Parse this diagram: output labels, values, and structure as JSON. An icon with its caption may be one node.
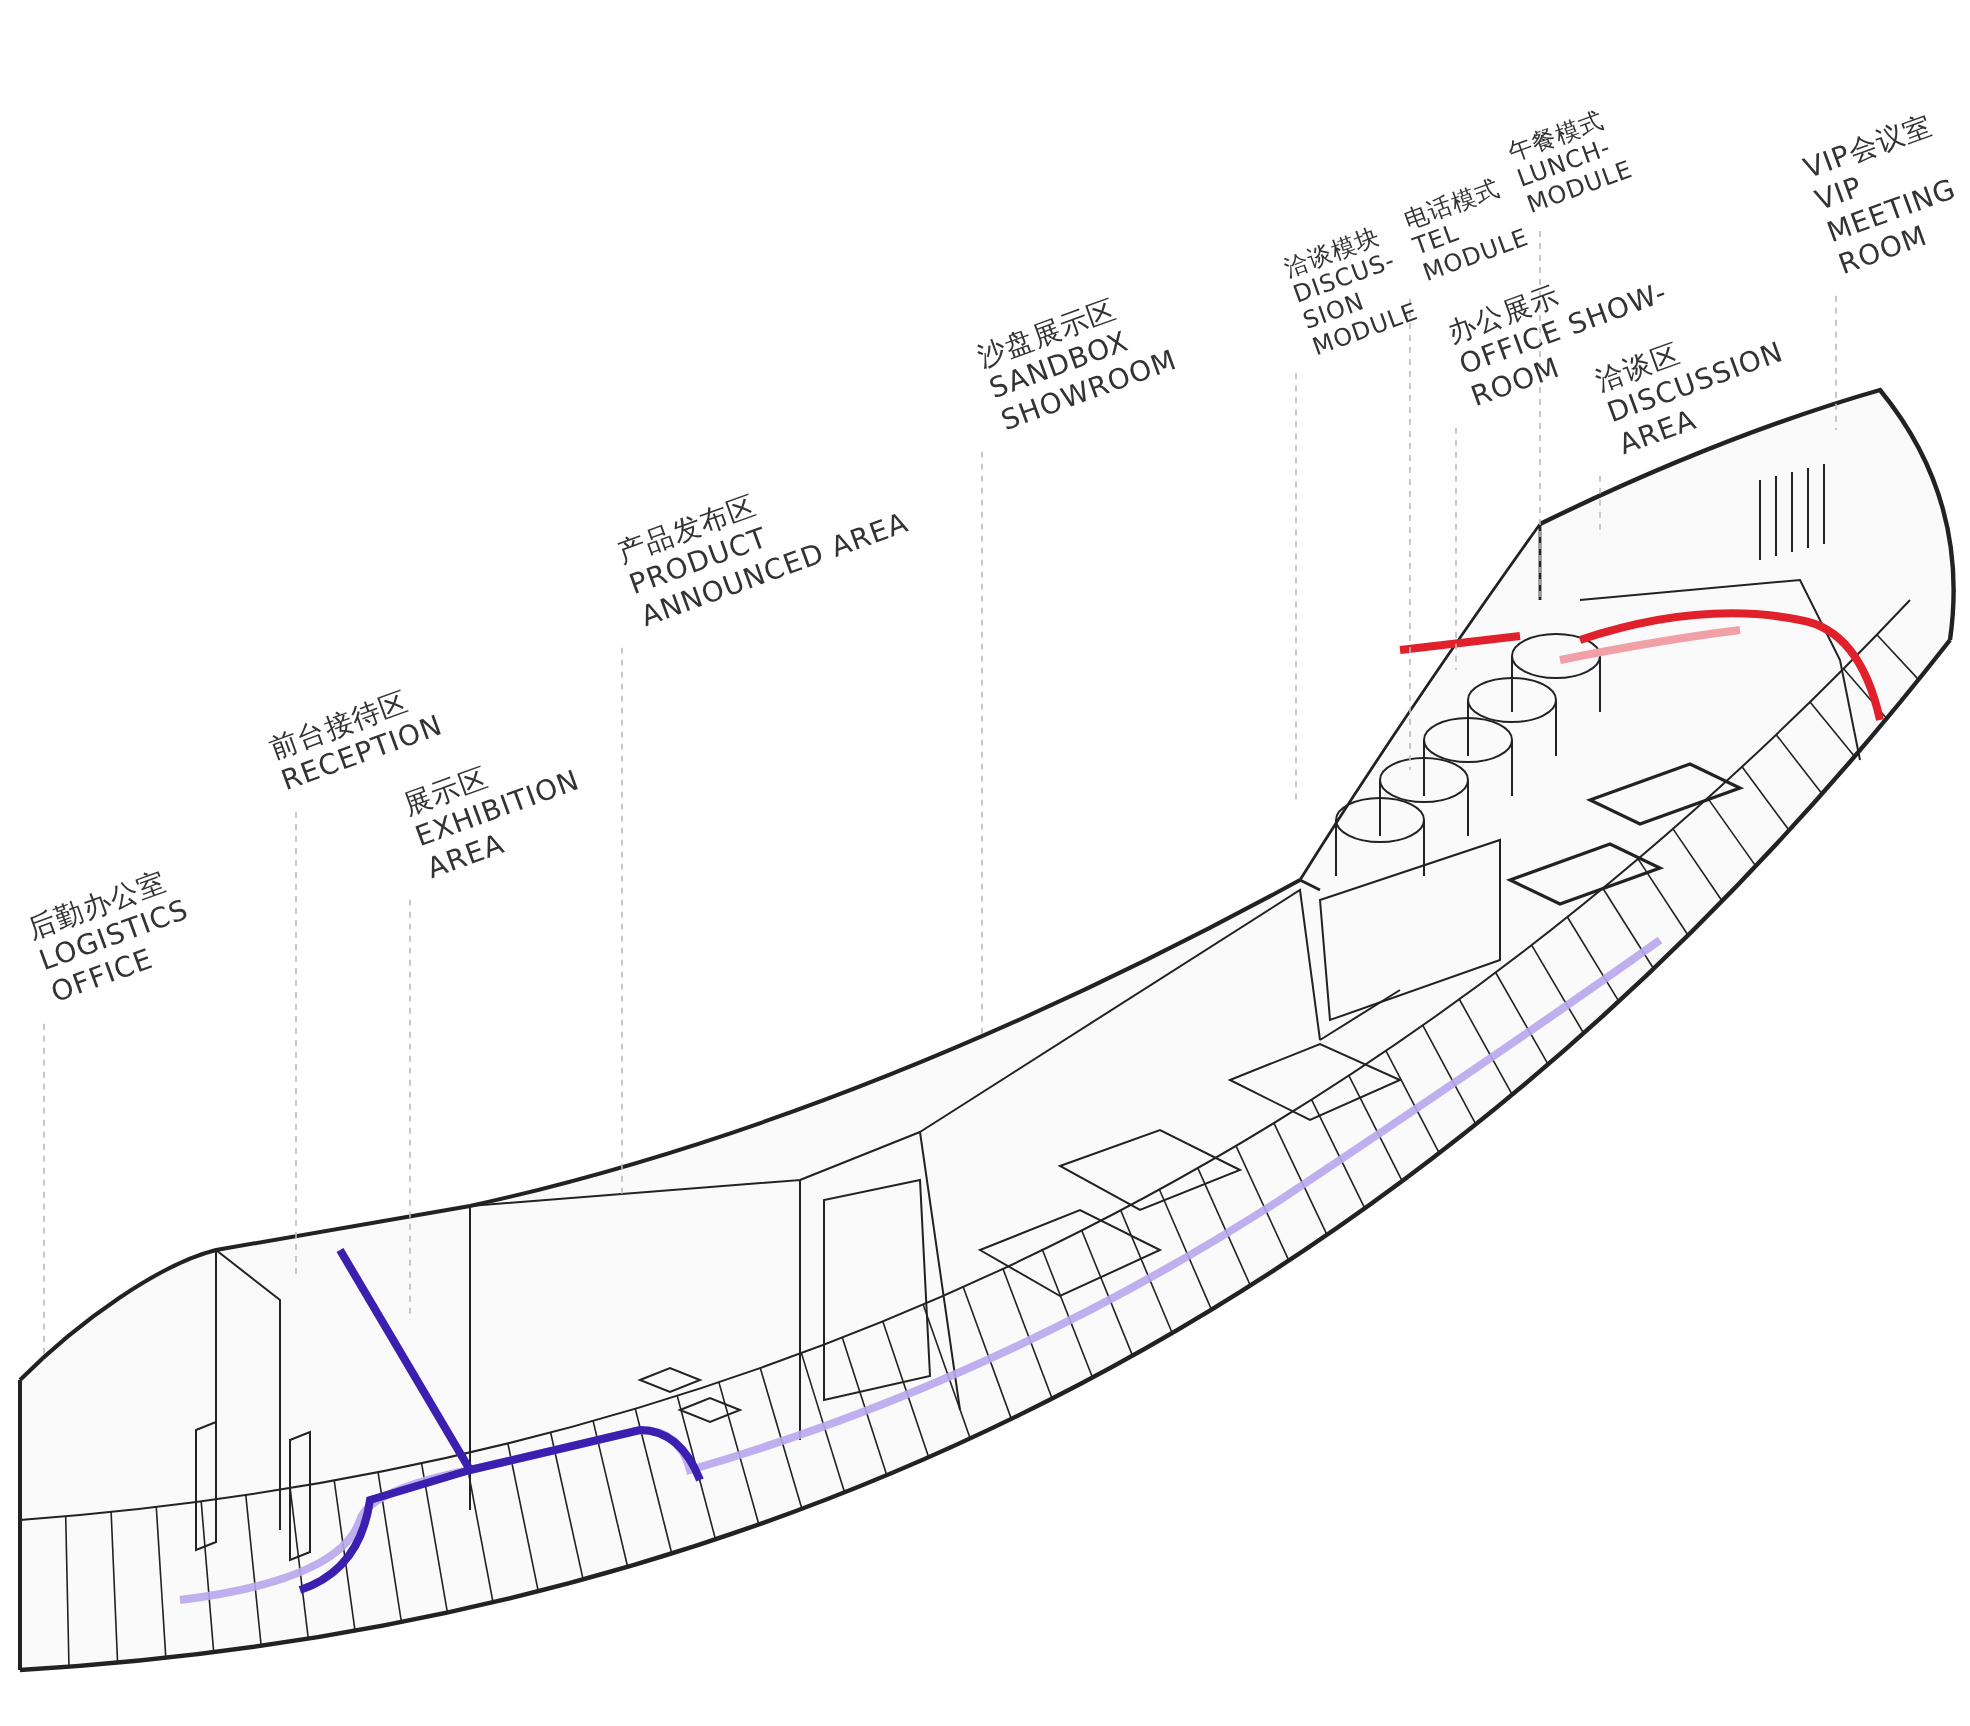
{
  "diagram": {
    "nodes": [
      {
        "text": [
          "后勤办公室",
          "LOGISTICS OFFICE"
        ]
      },
      {
        "text": [
          "前台接待区",
          "RECEPTION"
        ]
      },
      {
        "text": [
          "展示区",
          "EXHIBITION AREA"
        ]
      },
      {
        "text": [
          "产品发布区",
          "PRODUCT ANNOUNCED AREA"
        ]
      },
      {
        "text": [
          "沙盘展示区",
          "SANDBOX SHOWROOM"
        ]
      },
      {
        "text": [
          "洽谈模块",
          "DISCUS-SION MODULE"
        ]
      },
      {
        "text": [
          "电话模式",
          "TEL MODULE"
        ]
      },
      {
        "text": [
          "午餐模式",
          "LUNCH-MODULE"
        ]
      },
      {
        "text": [
          "办公展示",
          "OFFICE SHOW-ROOM"
        ]
      },
      {
        "text": [
          "洽谈区",
          "DISCUSSION AREA"
        ]
      },
      {
        "text": [
          "VIP会议室",
          "VIP MEETING ROOM"
        ]
      }
    ],
    "edges": [
      {
        "from": 0,
        "to": null,
        "arrow": "none"
      },
      {
        "from": 1,
        "to": null,
        "arrow": "none"
      },
      {
        "from": 2,
        "to": null,
        "arrow": "none"
      },
      {
        "from": 3,
        "to": null,
        "arrow": "none"
      },
      {
        "from": 4,
        "to": null,
        "arrow": "none"
      },
      {
        "from": 5,
        "to": null,
        "arrow": "none"
      },
      {
        "from": 6,
        "to": null,
        "arrow": "none"
      },
      {
        "from": 7,
        "to": null,
        "arrow": "none"
      },
      {
        "from": 8,
        "to": null,
        "arrow": "none"
      },
      {
        "from": 9,
        "to": null,
        "arrow": "none"
      },
      {
        "from": 10,
        "to": null,
        "arrow": "none"
      }
    ]
  }
}
